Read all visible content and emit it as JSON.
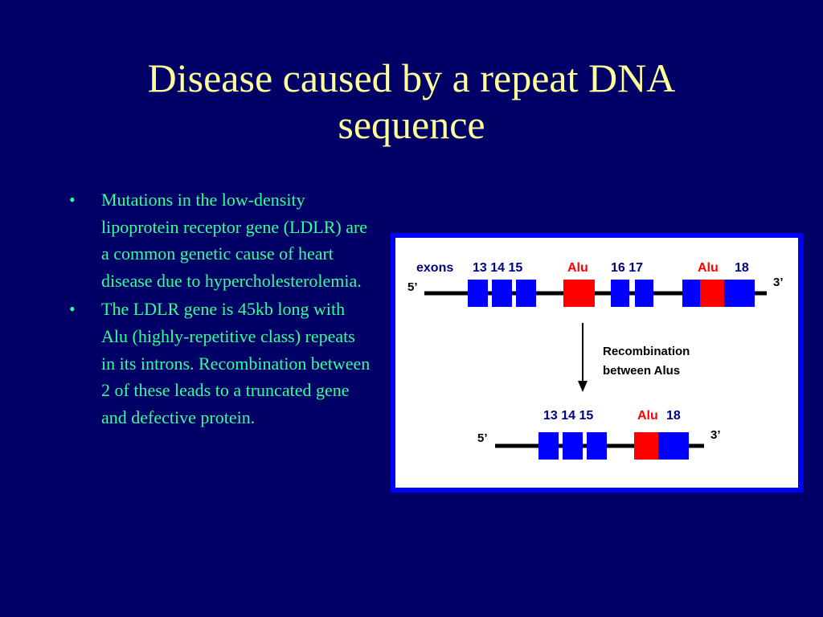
{
  "slide": {
    "title_lines": [
      "Disease caused by a repeat DNA",
      "sequence"
    ],
    "bullets": [
      {
        "marker": "•",
        "text": "Mutations in the low-density lipoprotein receptor gene (LDLR) are a common genetic cause of heart disease due to hypercholesterolemia."
      },
      {
        "marker": "•",
        "text": "The LDLR gene is 45kb long with Alu (highly-repetitive class) repeats in its introns. Recombination between 2 of these leads to a truncated gene and defective protein."
      }
    ]
  },
  "figure": {
    "top": {
      "label_exons": "exons",
      "exon_numbers_left": "13 14 15",
      "alu_1": "Alu",
      "exon_numbers_mid": "16 17",
      "alu_2": "Alu",
      "exon_number_right": "18",
      "five_prime": "5’",
      "three_prime": "3’"
    },
    "arrow_label_line1": "Recombination",
    "arrow_label_line2": "between Alus",
    "bottom": {
      "exon_numbers": "13 14 15",
      "alu": "Alu",
      "exon_number": "18",
      "five_prime": "5’",
      "three_prime": "3’"
    },
    "colors": {
      "exon": "#0000FF",
      "alu": "#FF0000",
      "line": "#000000",
      "exon_label": "#000080",
      "alu_label": "#FF0000",
      "panel_border": "#0000FF"
    }
  }
}
